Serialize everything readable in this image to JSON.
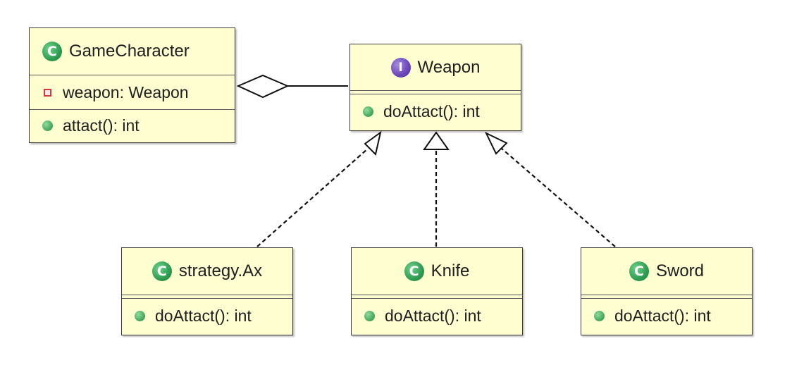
{
  "diagram": {
    "classes": {
      "game_character": {
        "name": "GameCharacter",
        "attribute": "weapon: Weapon",
        "method": "attact(): int"
      },
      "weapon": {
        "name": "Weapon",
        "badge": "I",
        "method": "doAttact(): int"
      },
      "ax": {
        "name": "strategy.Ax",
        "method": "doAttact(): int"
      },
      "knife": {
        "name": "Knife",
        "method": "doAttact(): int"
      },
      "sword": {
        "name": "Sword",
        "method": "doAttact(): int"
      }
    },
    "class_badge": "C",
    "relationships": [
      {
        "from": "GameCharacter",
        "to": "Weapon",
        "kind": "aggregation"
      },
      {
        "from": "strategy.Ax",
        "to": "Weapon",
        "kind": "realization"
      },
      {
        "from": "Knife",
        "to": "Weapon",
        "kind": "realization"
      },
      {
        "from": "Sword",
        "to": "Weapon",
        "kind": "realization"
      }
    ],
    "colors": {
      "box_fill": "#fefed1",
      "class_badge": "#2e9c51",
      "interface_badge": "#6a45b8",
      "private_marker": "#d43a3a",
      "public_marker": "#3fa356"
    }
  }
}
